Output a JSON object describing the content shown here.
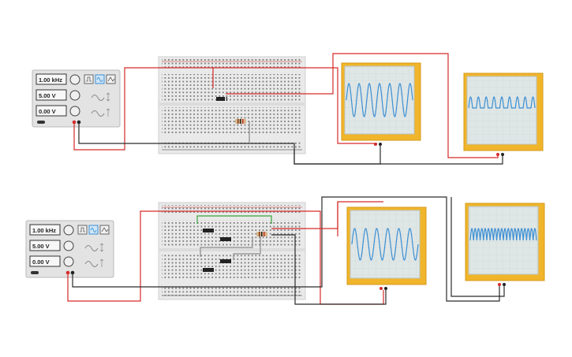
{
  "circuit_1": {
    "function_generator": {
      "frequency": "1.00 kHz",
      "amplitude": "5.00 V",
      "dc_offset": "0.00 V",
      "waveforms": [
        "square",
        "sine",
        "triangle"
      ],
      "selected_waveform": "sine"
    },
    "scope_1": {
      "trace": "sine"
    },
    "scope_2": {
      "trace": "half-wave rectified"
    }
  },
  "circuit_2": {
    "function_generator": {
      "frequency": "1.00 kHz",
      "amplitude": "5.00 V",
      "dc_offset": "0.00 V",
      "waveforms": [
        "square",
        "sine",
        "triangle"
      ],
      "selected_waveform": "sine"
    },
    "scope_1": {
      "trace": "sine"
    },
    "scope_2": {
      "trace": "full-wave rectified"
    }
  },
  "colors": {
    "wire_red": "#d62a2a",
    "wire_black": "#2b2b2b",
    "wire_green": "#3aa33a",
    "wire_gray": "#8a8a8a",
    "scope_frame": "#f0b52a",
    "trace_blue": "#3b8fd4"
  }
}
